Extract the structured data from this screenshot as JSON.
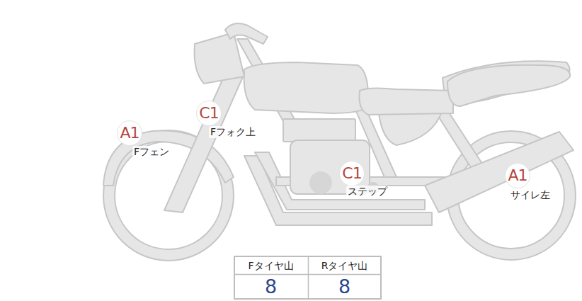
{
  "diagram": {
    "nodes": [
      {
        "text": [
          "A1",
          "Fフェン"
        ]
      },
      {
        "text": [
          "C1",
          "Fフォク上"
        ]
      },
      {
        "text": [
          "C1",
          "ステップ"
        ]
      },
      {
        "text": [
          "A1",
          "サイレ左"
        ]
      }
    ],
    "labels": [
      "Fタイヤ山",
      "Rタイヤ山",
      "8",
      "8"
    ]
  }
}
